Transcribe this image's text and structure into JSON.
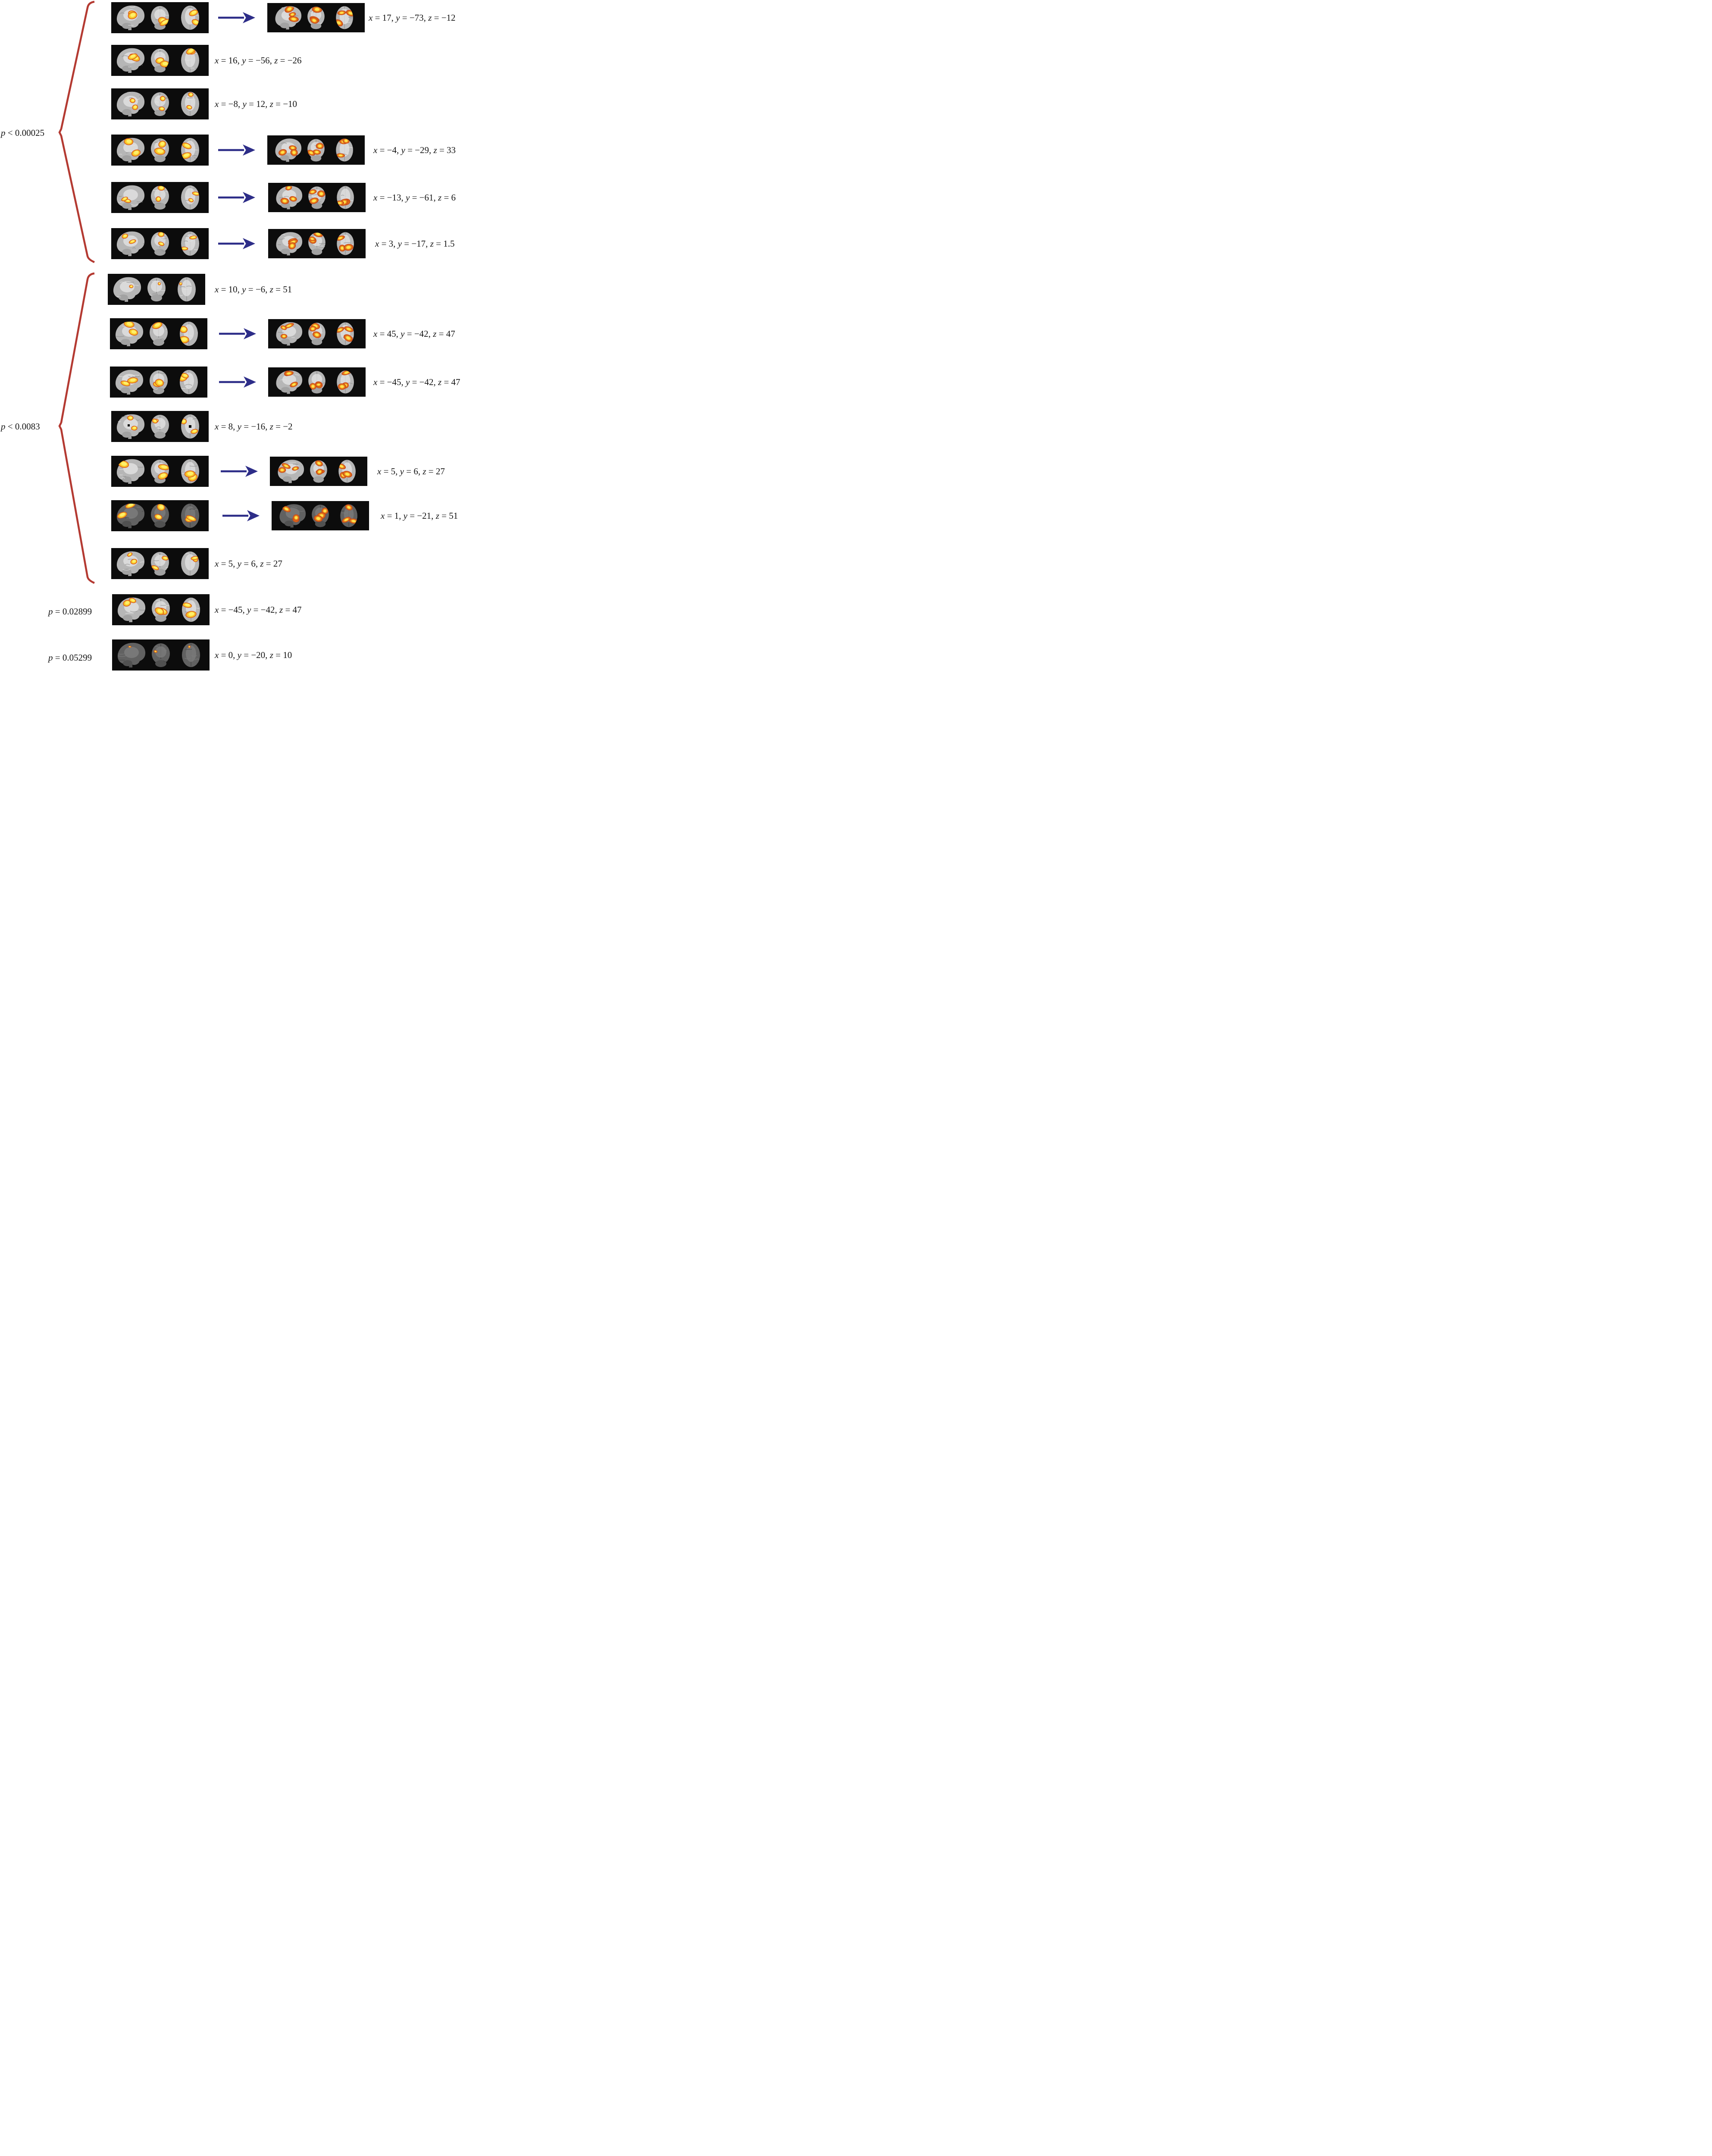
{
  "figure": {
    "type": "brain-activation-comparison-figure",
    "background_color": "#ffffff",
    "brace_color": "#b43a32",
    "arrow_color": "#2d2d88",
    "panel_background": "#0c0c0c",
    "highlight_colors": {
      "yellow_blob": "#fbd42e",
      "hot_core": "#ffec55",
      "hot_edge": "#c43b14"
    },
    "groups": [
      {
        "id": "group-1",
        "label": "p < 0.00025",
        "row_indices": [
          0,
          1,
          2,
          3,
          4,
          5
        ]
      },
      {
        "id": "group-2",
        "label": "p < 0.0083",
        "row_indices": [
          6,
          7,
          8,
          9,
          10,
          11,
          12
        ]
      },
      {
        "id": "group-3",
        "label": "p = 0.02899",
        "row_indices": [
          13
        ]
      },
      {
        "id": "group-4",
        "label": "p = 0.05299",
        "row_indices": [
          14
        ]
      }
    ],
    "rows": [
      {
        "coords": "x = 17, y = −73, z = −12",
        "has_arrow": true,
        "left_panel": {
          "highlight": "yellow",
          "size": "l"
        },
        "right_panel": {
          "highlight": "hot",
          "size": "l"
        }
      },
      {
        "coords": "x = 16, y = −56, z = −26",
        "has_arrow": false,
        "left_panel": {
          "highlight": "yellow",
          "size": "l"
        },
        "right_panel": null
      },
      {
        "coords": "x = −8, y = 12, z = −10",
        "has_arrow": false,
        "left_panel": {
          "highlight": "yellow",
          "size": "m"
        },
        "right_panel": null
      },
      {
        "coords": "x = −4, y = −29, z = 33",
        "has_arrow": true,
        "left_panel": {
          "highlight": "yellow",
          "size": "l"
        },
        "right_panel": {
          "highlight": "hot",
          "size": "l"
        }
      },
      {
        "coords": "x = −13, y = −61, z = 6",
        "has_arrow": true,
        "left_panel": {
          "highlight": "yellow",
          "size": "m"
        },
        "right_panel": {
          "highlight": "hot",
          "size": "l"
        }
      },
      {
        "coords": "x = 3, y = −17, z = 1.5",
        "has_arrow": true,
        "left_panel": {
          "highlight": "yellow",
          "size": "m"
        },
        "right_panel": {
          "highlight": "hot",
          "size": "l"
        }
      },
      {
        "coords": "x = 10, y = −6, z = 51",
        "has_arrow": false,
        "left_panel": {
          "highlight": "yellow",
          "size": "s"
        },
        "right_panel": null
      },
      {
        "coords": "x = 45, y = −42, z = 47",
        "has_arrow": true,
        "left_panel": {
          "highlight": "yellow",
          "size": "l"
        },
        "right_panel": {
          "highlight": "hot",
          "size": "l"
        }
      },
      {
        "coords": "x = −45, y = −42, z = 47",
        "has_arrow": true,
        "left_panel": {
          "highlight": "yellow",
          "size": "l"
        },
        "right_panel": {
          "highlight": "hot",
          "size": "l"
        }
      },
      {
        "coords": "x = 8, y = −16, z = −2",
        "has_arrow": false,
        "left_panel": {
          "highlight": "yellow",
          "size": "m",
          "marker": true
        },
        "right_panel": null
      },
      {
        "coords": "x = 5, y = 6, z = 27",
        "has_arrow": true,
        "left_panel": {
          "highlight": "yellow",
          "size": "l"
        },
        "right_panel": {
          "highlight": "hot",
          "size": "l"
        }
      },
      {
        "coords": "x = 1, y = −21, z = 51",
        "has_arrow": true,
        "left_panel": {
          "highlight": "yellow",
          "size": "l",
          "dim": true
        },
        "right_panel": {
          "highlight": "hot",
          "size": "l",
          "dim": true
        }
      },
      {
        "coords": "x = 5, y = 6, z = 27",
        "has_arrow": false,
        "left_panel": {
          "highlight": "yellow",
          "size": "m"
        },
        "right_panel": null
      },
      {
        "coords": "x = −45, y = −42, z = 47",
        "has_arrow": false,
        "left_panel": {
          "highlight": "yellow",
          "size": "l"
        },
        "right_panel": null
      },
      {
        "coords": "x = 0, y = −20, z = 10",
        "has_arrow": false,
        "left_panel": {
          "highlight": "hot",
          "size": "s",
          "dim": true
        },
        "right_panel": null
      }
    ]
  }
}
